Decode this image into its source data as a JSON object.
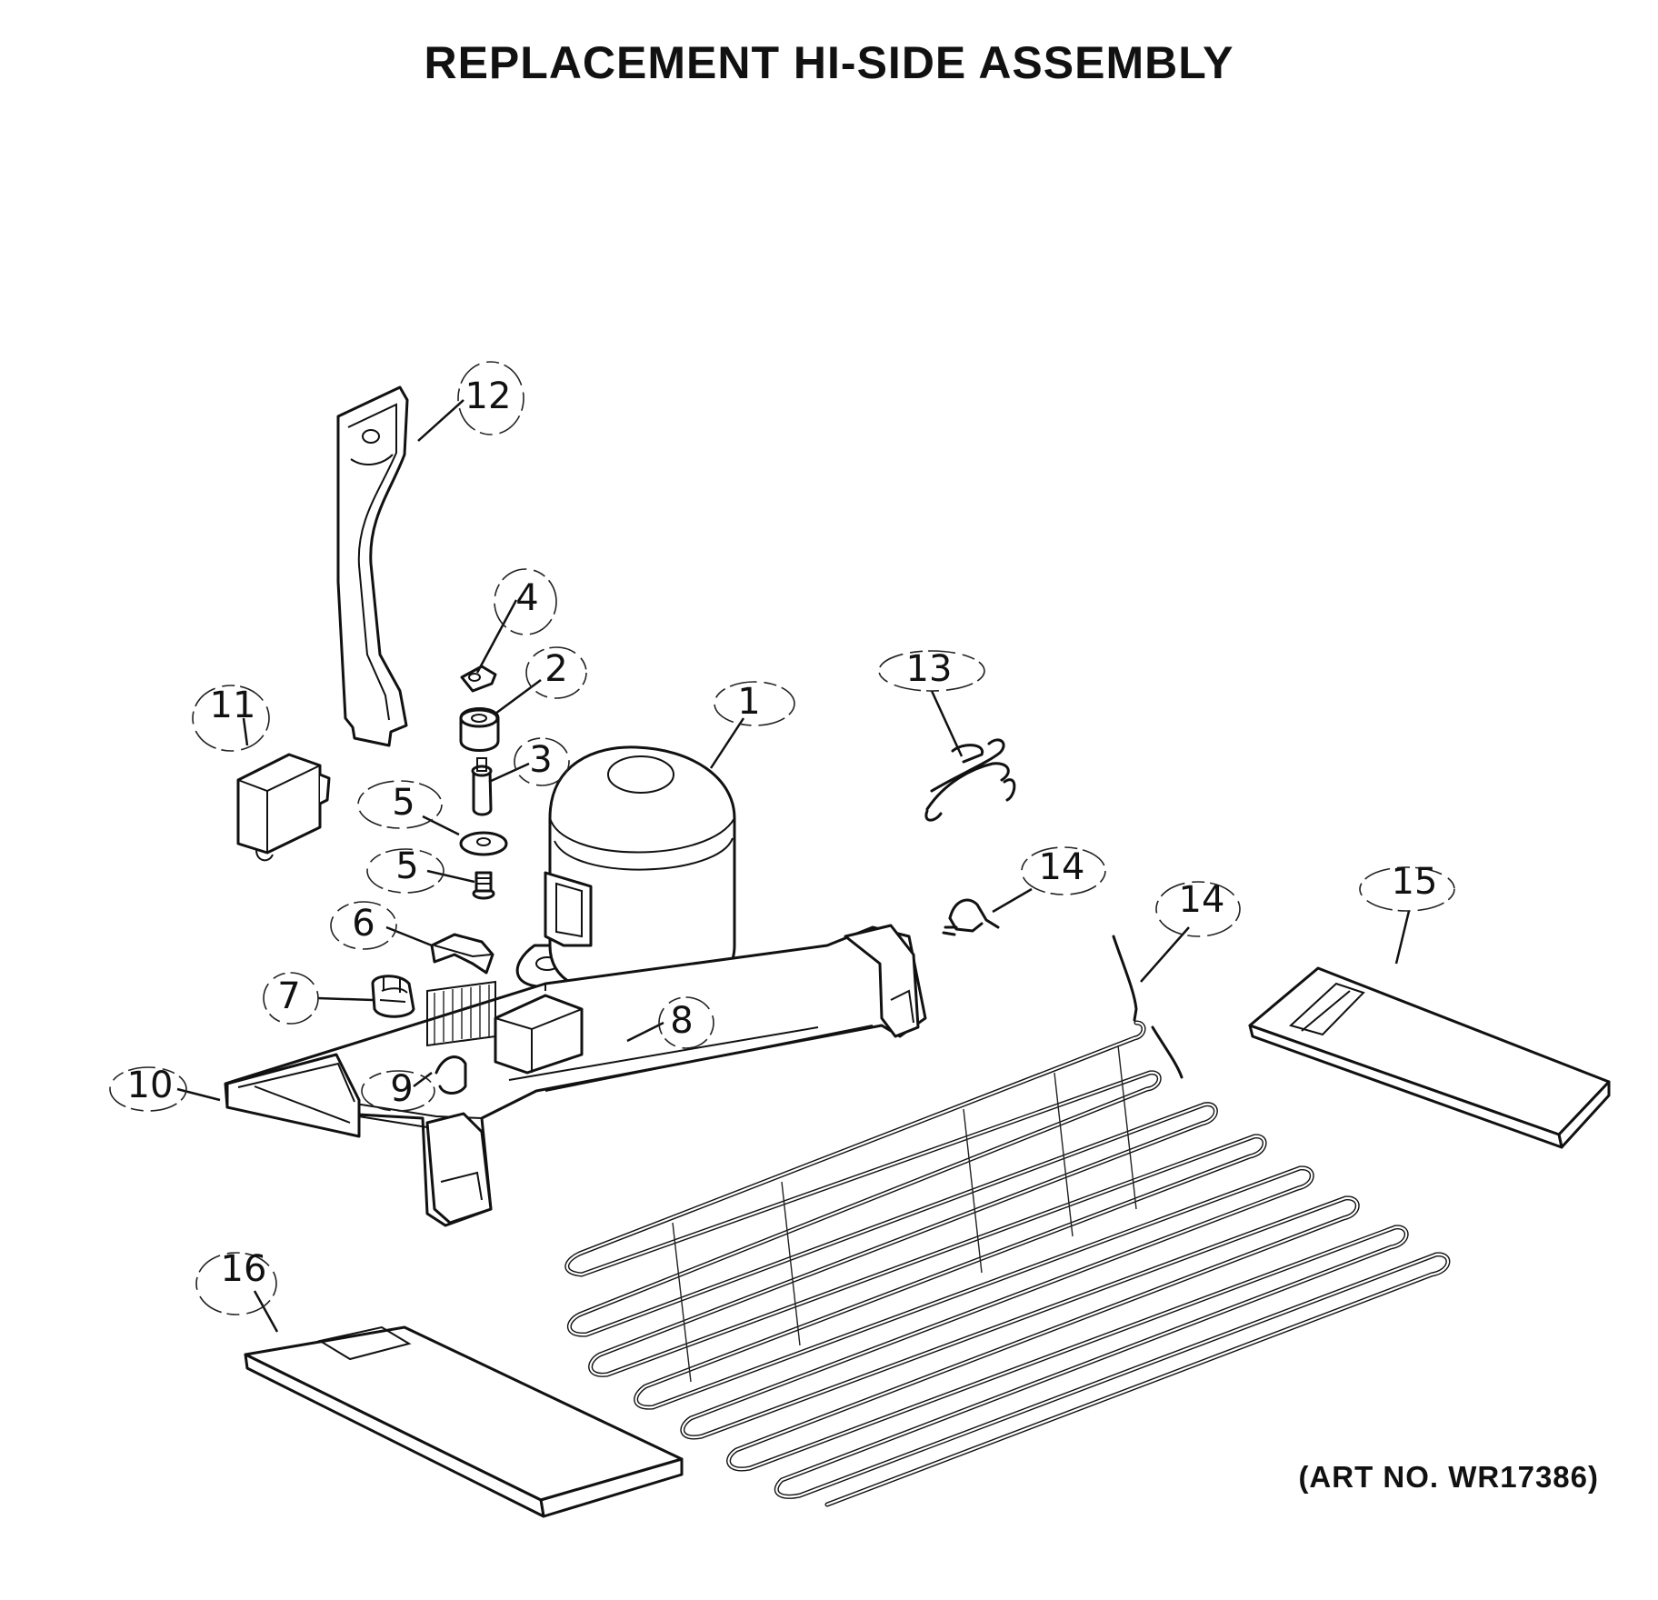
{
  "title": "REPLACEMENT HI-SIDE ASSEMBLY",
  "art_number": "(ART NO. WR17386)",
  "callouts": [
    {
      "id": "12",
      "label": "12"
    },
    {
      "id": "4",
      "label": "4"
    },
    {
      "id": "2",
      "label": "2"
    },
    {
      "id": "3",
      "label": "3"
    },
    {
      "id": "1",
      "label": "1"
    },
    {
      "id": "13",
      "label": "13"
    },
    {
      "id": "11",
      "label": "11"
    },
    {
      "id": "5a",
      "label": "5"
    },
    {
      "id": "5b",
      "label": "5"
    },
    {
      "id": "14a",
      "label": "14"
    },
    {
      "id": "14b",
      "label": "14"
    },
    {
      "id": "15",
      "label": "15"
    },
    {
      "id": "6",
      "label": "6"
    },
    {
      "id": "7",
      "label": "7"
    },
    {
      "id": "8",
      "label": "8"
    },
    {
      "id": "9",
      "label": "9"
    },
    {
      "id": "10",
      "label": "10"
    },
    {
      "id": "16",
      "label": "16"
    }
  ]
}
